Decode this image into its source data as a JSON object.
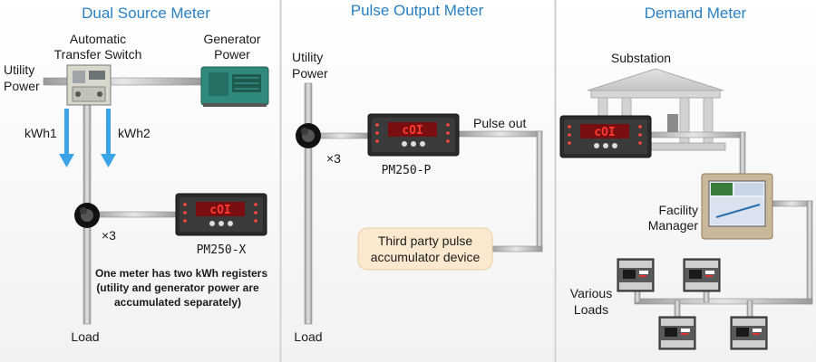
{
  "colors": {
    "title_blue": "#2a7fc0",
    "arrow_blue": "#3ba3e6",
    "pipe": "#c7c7c7",
    "pipe_edge": "#8e8e8e",
    "callout_fill": "#fbe9cf",
    "meter_body": "#2a2a2a",
    "meter_display": "#c0191f"
  },
  "panels": {
    "dual": {
      "title": "Dual Source Meter",
      "ats_line1": "Automatic",
      "ats_line2": "Transfer Switch",
      "gen_line1": "Generator",
      "gen_line2": "Power",
      "utility_line1": "Utility",
      "utility_line2": "Power",
      "kwh1": "kWh1",
      "kwh2": "kWh2",
      "times": "×3",
      "meter_model": "PM250-X",
      "note_line1": "One meter has two kWh registers",
      "note_line2": "(utility and generator power are",
      "note_line3": "accumulated separately)",
      "load": "Load"
    },
    "pulse": {
      "title": "Pulse Output Meter",
      "utility_line1": "Utility",
      "utility_line2": "Power",
      "pulse_out": "Pulse out",
      "times": "×3",
      "meter_model": "PM250-P",
      "device_line1": "Third party pulse",
      "device_line2": "accumulator device",
      "load": "Load"
    },
    "demand": {
      "title": "Demand Meter",
      "substation": "Substation",
      "fm_line1": "Facility",
      "fm_line2": "Manager",
      "loads_line1": "Various",
      "loads_line2": "Loads"
    }
  },
  "meter_display_text": "cOI"
}
